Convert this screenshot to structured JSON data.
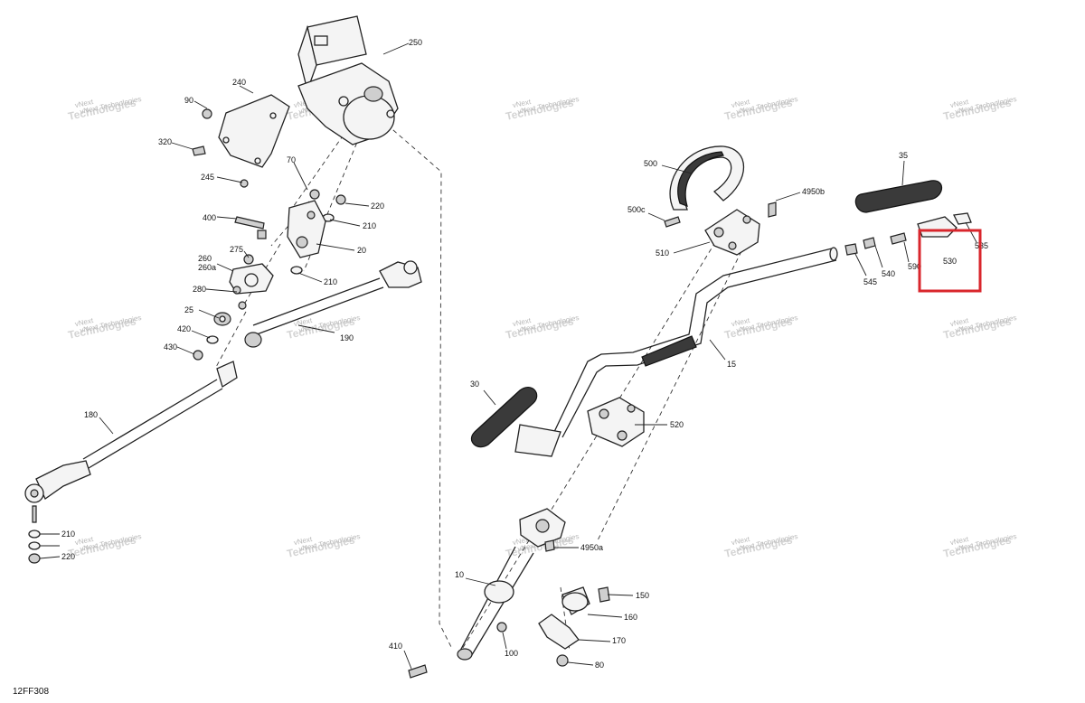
{
  "diagram": {
    "code": "12FF308",
    "watermark": {
      "line1": "vNext",
      "line2": "Technologies"
    },
    "highlight_label": "530",
    "labels": {
      "l250": "250",
      "l240": "240",
      "l90": "90",
      "l320": "320",
      "l245": "245",
      "l70": "70",
      "l220a": "220",
      "l400": "400",
      "l210a": "210",
      "l20": "20",
      "l275": "275",
      "l260": "260",
      "l260a": "260a",
      "l210b": "210",
      "l280": "280",
      "l25": "25",
      "l420": "420",
      "l190": "190",
      "l430": "430",
      "l180": "180",
      "l210c": "210",
      "l220b": "220",
      "l500": "500",
      "l4950b": "4950b",
      "l35": "35",
      "l500c": "500c",
      "l510": "510",
      "l535": "535",
      "l590": "590",
      "l540": "540",
      "l545": "545",
      "l15": "15",
      "l30": "30",
      "l520": "520",
      "l4950a": "4950a",
      "l10": "10",
      "l150": "150",
      "l160": "160",
      "l170": "170",
      "l410": "410",
      "l100": "100",
      "l80": "80"
    }
  }
}
